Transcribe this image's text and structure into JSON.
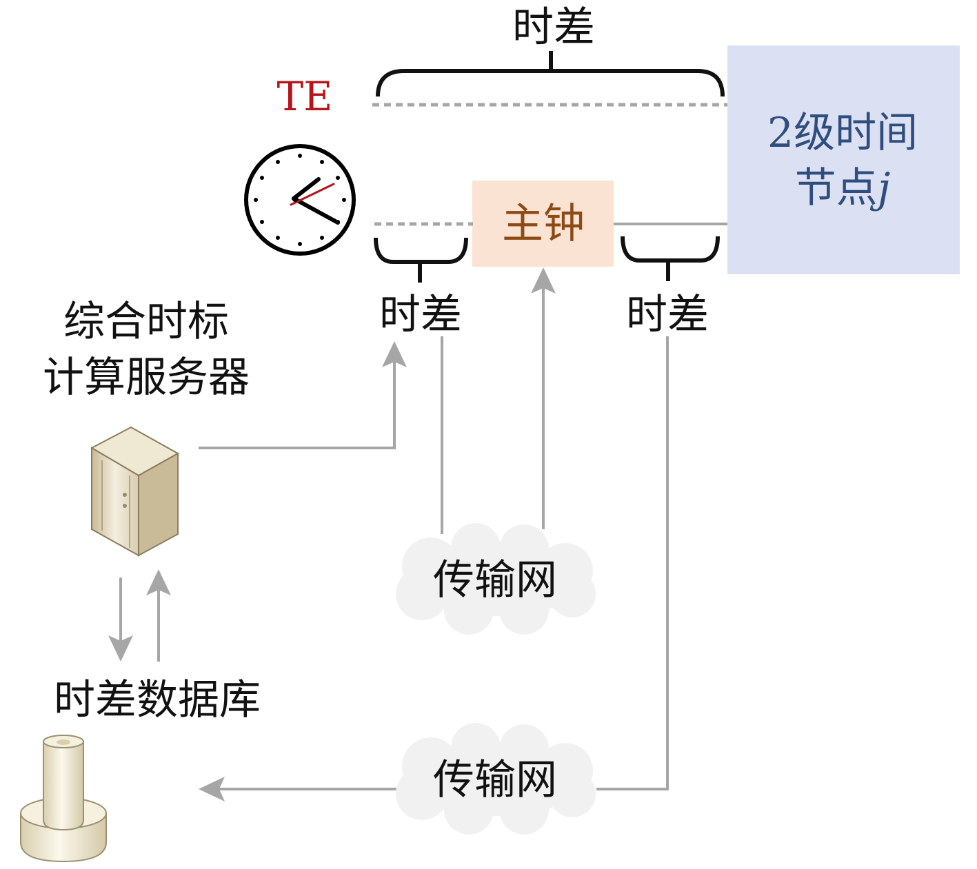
{
  "labels": {
    "top_diff": "时差",
    "te": "TE",
    "node_line1": "2级时间",
    "node_line2": "节点",
    "node_var": "j",
    "master_clock": "主钟",
    "left_diff": "时差",
    "right_diff": "时差",
    "server_line1": "综合时标",
    "server_line2": "计算服务器",
    "database": "时差数据库",
    "network_top": "传输网",
    "network_bottom": "传输网"
  },
  "colors": {
    "te": "#b5141b",
    "node_fill": "#dbe1f3",
    "node_text": "#2f4d7e",
    "master_fill": "#fbe3d3",
    "master_text": "#8c4a16",
    "connector": "#a6a6a6",
    "bracket": "#111111"
  },
  "icons": [
    "clock-icon",
    "server-icon",
    "database-icon",
    "cloud-icon"
  ]
}
